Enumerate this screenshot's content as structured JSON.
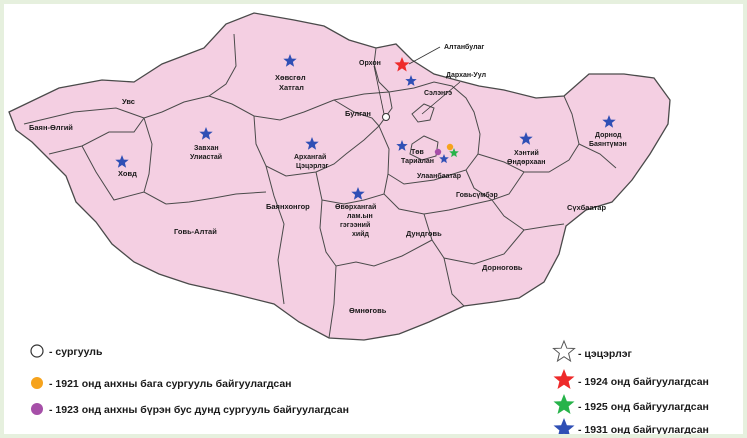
{
  "colors": {
    "region_fill": "#f4cfe2",
    "border": "#4a4a4a",
    "red_star": "#ee2a2a",
    "green_star": "#27b34a",
    "blue_star": "#2f4fb5",
    "orange_dot": "#f6a31d",
    "purple_dot": "#a64fa8"
  },
  "regions": {
    "uvs": "Увс",
    "bayan_olgii": "Баян-Өлгий",
    "khovd": "Ховд",
    "zavkhan": [
      "Завхан",
      "Улиастай"
    ],
    "khovsgol": [
      "Хөвсгөл",
      "Хатгал"
    ],
    "arkhangai": [
      "Архангай",
      "Цэцэрлэг"
    ],
    "bulgan": "Булган",
    "orkhon": "Орхон",
    "selenge": "Сэлэнгэ",
    "altanbulag": "Алтанбулаг",
    "darkhan_uul": "Дархан-Уул",
    "tov": [
      "Төв",
      "Тариалан"
    ],
    "ulaanbaatar": "Улаанбаатар",
    "khentii": [
      "Хэнтий",
      "Өндөрхаан"
    ],
    "dornod": [
      "Дорнод",
      "Баянтүмэн"
    ],
    "gobisumber": "Говьсүмбэр",
    "sukhbaatar": "Сүхбаатар",
    "bayankhongor": "Баянхонгор",
    "ovorkhangai": [
      "Өвөрхангай",
      "лам.ын",
      "гэгээний",
      "хийд"
    ],
    "gobi_altai": "Говь-Алтай",
    "dundgobi": "Дундговь",
    "dornogobi": "Дорноговь",
    "omnogobi": "Өмнөговь"
  },
  "legend": {
    "school": "- сургууль",
    "orange_1921": "- 1921 онд анхны бага сургууль байгуулагдсан",
    "purple_1923": "- 1923 онд анхны бүрэн бус дунд сургууль байгуулагдсан",
    "tsetserleg": "- цэцэрлэг",
    "red_1924": "- 1924 онд байгуулагдсан",
    "green_1925": "- 1925 онд байгуулагдсан",
    "blue_1931": "- 1931 онд байгуулагдсан"
  }
}
